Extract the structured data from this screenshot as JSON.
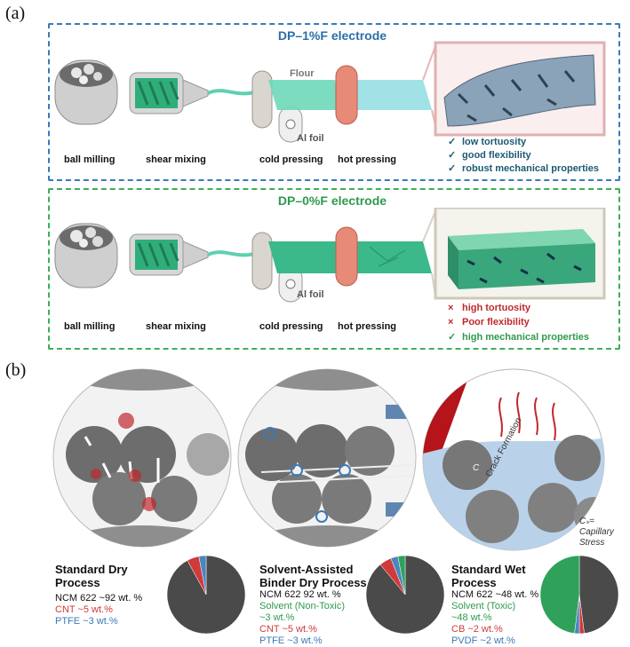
{
  "panel_a": {
    "label": "(a)",
    "top": {
      "title": "DP–1%F electrode",
      "flour_label": "Flour",
      "foil_label": "Al foil",
      "steps": [
        "ball milling",
        "shear mixing",
        "cold pressing",
        "hot pressing"
      ],
      "properties": [
        {
          "mark": "✓",
          "text": "low tortuosity",
          "color": "#1c5a73"
        },
        {
          "mark": "✓",
          "text": "good flexibility",
          "color": "#1c5a73"
        },
        {
          "mark": "✓",
          "text": "robust mechanical properties",
          "color": "#1c5a73"
        }
      ],
      "border_color": "#3a7ab8",
      "title_color": "#2b6ea8"
    },
    "bottom": {
      "title": "DP–0%F electrode",
      "foil_label": "Al foil",
      "steps": [
        "ball milling",
        "shear mixing",
        "cold pressing",
        "hot pressing"
      ],
      "properties": [
        {
          "mark": "×",
          "text": "high tortuosity",
          "color": "#c0282d"
        },
        {
          "mark": "×",
          "text": "Poor flexibility",
          "color": "#c0282d"
        },
        {
          "mark": "✓",
          "text": "high mechanical properties",
          "color": "#2f9a4d"
        }
      ],
      "border_color": "#3fae5a",
      "title_color": "#2f9a4d"
    }
  },
  "panel_b": {
    "label": "(b)",
    "crack_label": "Crack Formation",
    "cs_label": "C",
    "cs_definition": [
      "Cₛ=",
      "Capillary",
      "Stress"
    ],
    "processes": [
      {
        "title": [
          "Standard Dry",
          "Process"
        ],
        "components": [
          {
            "text": "NCM 622 ~92 wt. %",
            "color": "#111111"
          },
          {
            "text": "CNT ~5 wt.%",
            "color": "#d03a3a"
          },
          {
            "text": "PTFE ~3 wt.%",
            "color": "#3a7ab8"
          }
        ],
        "pie": [
          {
            "value": 92,
            "color": "#4a4a4a"
          },
          {
            "value": 5,
            "color": "#d03a3a"
          },
          {
            "value": 3,
            "color": "#4a86c0"
          }
        ]
      },
      {
        "title": [
          "Solvent-Assisted",
          "Binder Dry Process"
        ],
        "components": [
          {
            "text": "NCM 622 92 wt. %",
            "color": "#111111"
          },
          {
            "text": "Solvent (Non-Toxic)",
            "color": "#2f9a4d"
          },
          {
            "text": "~3 wt.%",
            "color": "#2f9a4d"
          },
          {
            "text": "CNT ~5 wt.%",
            "color": "#d03a3a"
          },
          {
            "text": "PTFE ~3 wt.%",
            "color": "#3a7ab8"
          }
        ],
        "pie": [
          {
            "value": 89,
            "color": "#4a4a4a"
          },
          {
            "value": 5,
            "color": "#d03a3a"
          },
          {
            "value": 3,
            "color": "#4a86c0"
          },
          {
            "value": 3,
            "color": "#2fa15a"
          }
        ]
      },
      {
        "title": [
          "Standard Wet",
          "Process"
        ],
        "components": [
          {
            "text": "NCM 622 ~48 wt. %",
            "color": "#111111"
          },
          {
            "text": "Solvent  (Toxic)",
            "color": "#2f9a4d"
          },
          {
            "text": "~48 wt.%",
            "color": "#2f9a4d"
          },
          {
            "text": "CB ~2 wt.%",
            "color": "#d03a3a"
          },
          {
            "text": "PVDF ~2 wt.%",
            "color": "#3a7ab8"
          }
        ],
        "pie": [
          {
            "value": 48,
            "color": "#4a4a4a"
          },
          {
            "value": 2,
            "color": "#d03a3a"
          },
          {
            "value": 2,
            "color": "#4a86c0"
          },
          {
            "value": 48,
            "color": "#2fa15a"
          }
        ]
      }
    ]
  }
}
